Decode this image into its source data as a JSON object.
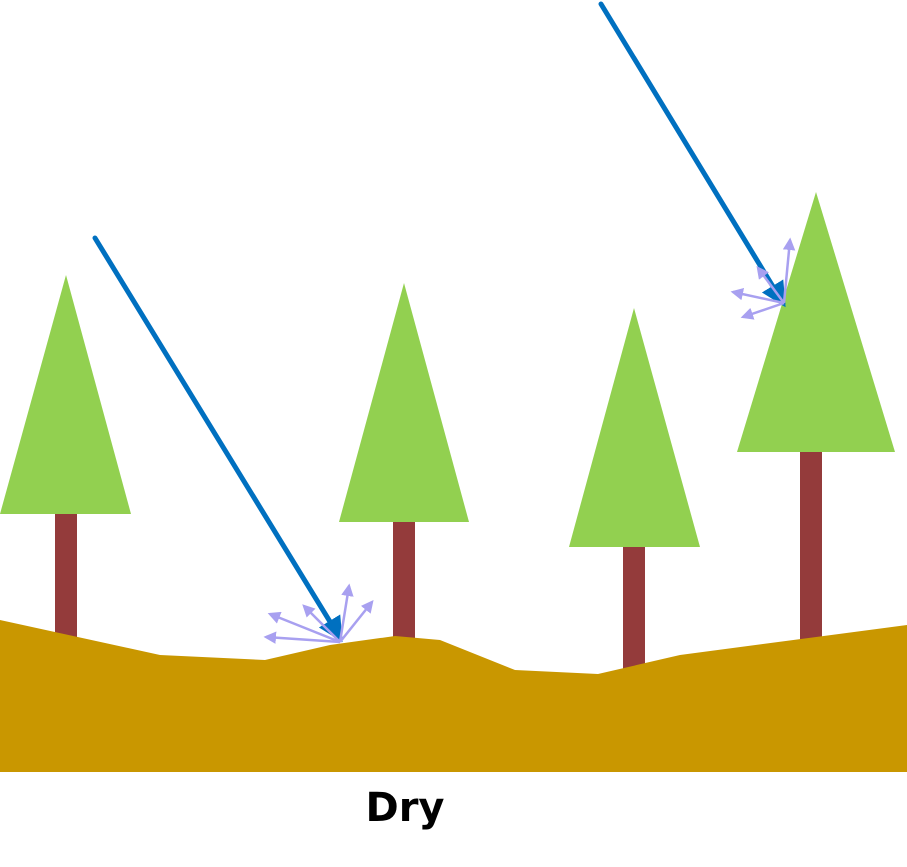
{
  "caption": "Dry",
  "colors": {
    "ground": "#C99700",
    "foliage": "#92D050",
    "trunk": "#943B3B",
    "incoming_ray": "#0070C0",
    "scattered_ray": "#A8A0F0",
    "background": "#FFFFFF"
  },
  "trees": [
    {
      "name": "tree-1"
    },
    {
      "name": "tree-2"
    },
    {
      "name": "tree-3"
    },
    {
      "name": "tree-4"
    }
  ],
  "rays": [
    {
      "name": "incoming-ray-ground",
      "hits": "ground"
    },
    {
      "name": "incoming-ray-canopy",
      "hits": "canopy"
    }
  ]
}
